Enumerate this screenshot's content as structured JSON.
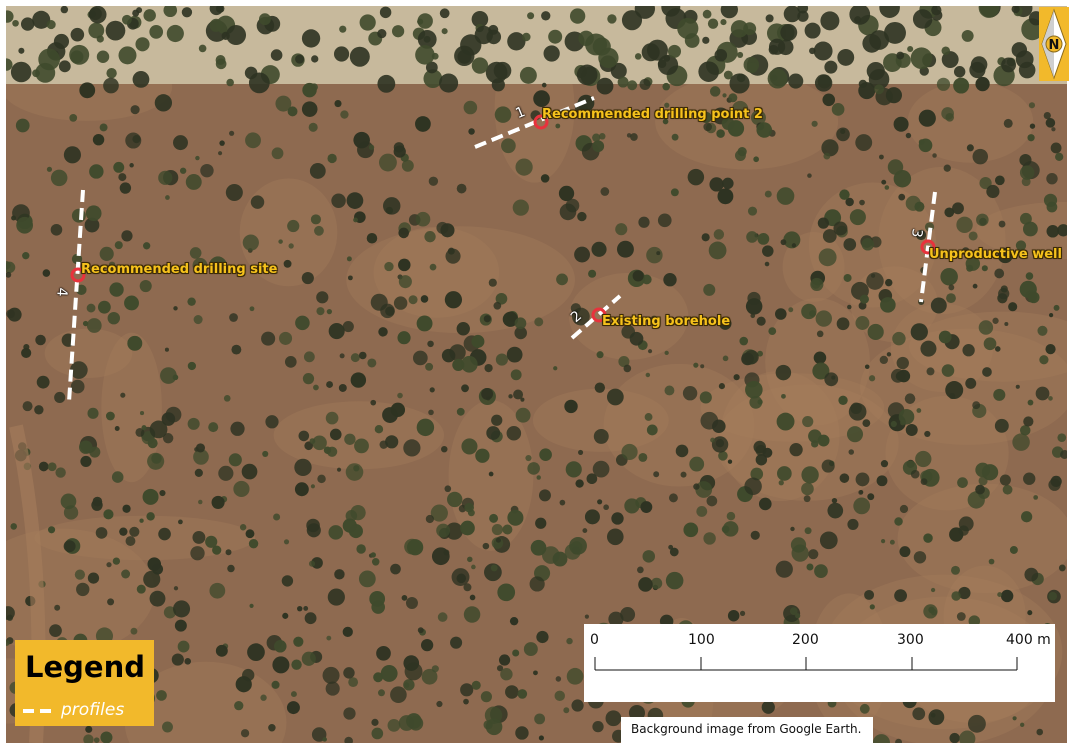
{
  "map": {
    "colors": {
      "soil": "#8e6a50",
      "soil_light": "#a57d5c",
      "bush_dark": "#2e3322",
      "bush_mid": "#3f4a2c",
      "pale_ground": "#c7b99c",
      "marker": "#e8323c",
      "label_yellow": "#f6c21c",
      "panel_orange": "#f2b92b"
    },
    "labels": {
      "drilling_point_2": "Recommended drilling point 2",
      "drilling_site": "Recommended drilling site",
      "existing_borehole": "Existing borehole",
      "unproductive_well": "Unproductive well"
    },
    "profiles": {
      "p1": "1",
      "p2": "2",
      "p3": "3",
      "p4": "4"
    },
    "north_arrow": {
      "letter": "N",
      "icon": "north-arrow-icon"
    },
    "legend": {
      "title": "Legend",
      "item": "profiles",
      "swatch_color": "#ffffff"
    },
    "scale_bar": {
      "ticks": [
        "0",
        "100",
        "200",
        "300",
        "400 m"
      ]
    },
    "attribution": "Background image from Google Earth."
  }
}
